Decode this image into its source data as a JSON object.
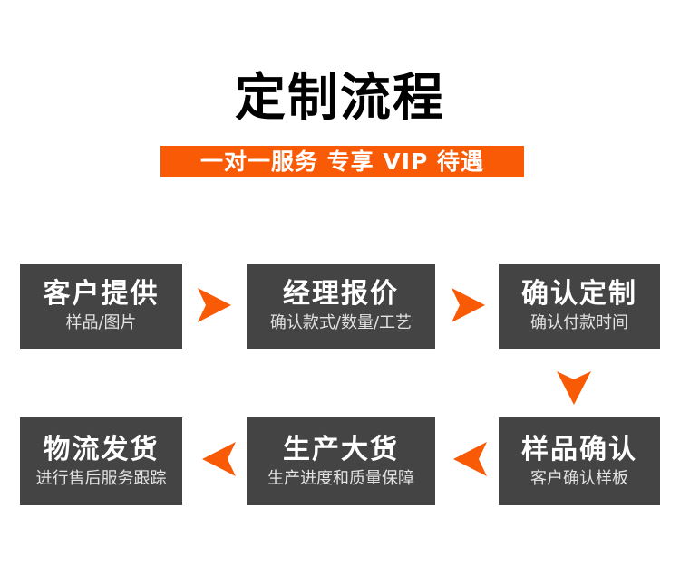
{
  "header": {
    "title": "定制流程",
    "subtitle": "一对一服务 专享 VIP 待遇"
  },
  "colors": {
    "accent_orange": "#f95a05",
    "box_gray": "#444444",
    "title_black": "#000000",
    "text_white": "#ffffff",
    "subtext_gray": "#e2e2e2",
    "background": "#ffffff"
  },
  "flow": {
    "steps": [
      {
        "id": "step-1",
        "title": "客户提供",
        "subtitle": "样品/图片"
      },
      {
        "id": "step-2",
        "title": "经理报价",
        "subtitle": "确认款式/数量/工艺"
      },
      {
        "id": "step-3",
        "title": "确认定制",
        "subtitle": "确认付款时间"
      },
      {
        "id": "step-4",
        "title": "样品确认",
        "subtitle": "客户确认样板"
      },
      {
        "id": "step-5",
        "title": "生产大货",
        "subtitle": "生产进度和质量保障"
      },
      {
        "id": "step-6",
        "title": "物流发货",
        "subtitle": "进行售后服务跟踪"
      }
    ],
    "arrows": [
      {
        "id": "arrow-1",
        "direction": "right",
        "icon": "arrow-right-icon",
        "from": "step-1",
        "to": "step-2"
      },
      {
        "id": "arrow-2",
        "direction": "right",
        "icon": "arrow-right-icon",
        "from": "step-2",
        "to": "step-3"
      },
      {
        "id": "arrow-3",
        "direction": "down",
        "icon": "arrow-down-icon",
        "from": "step-3",
        "to": "step-4"
      },
      {
        "id": "arrow-4",
        "direction": "left",
        "icon": "arrow-left-icon",
        "from": "step-4",
        "to": "step-5"
      },
      {
        "id": "arrow-5",
        "direction": "left",
        "icon": "arrow-left-icon",
        "from": "step-5",
        "to": "step-6"
      }
    ]
  }
}
